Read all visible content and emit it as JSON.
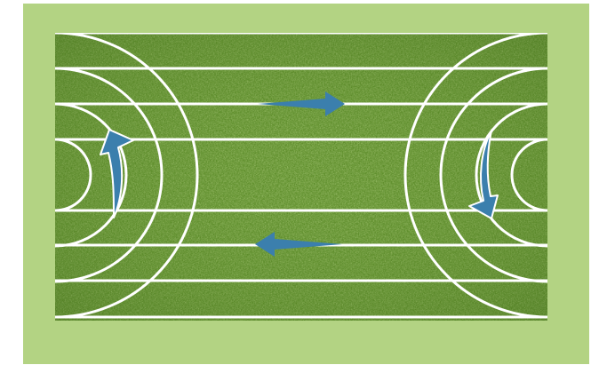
{
  "colors": {
    "background": "#ffffff",
    "frame": "#b3d383",
    "grass_base": "#5d8d2a",
    "grass_dark": "#3f6d1c",
    "grass_light": "#86b443",
    "line": "#ffffff",
    "arrow_fill": "#3b7fad",
    "arrow_stroke": "#ffffff"
  },
  "diagram": {
    "surface": "grass",
    "lane_line_count": 8,
    "semicircle_ends": 2,
    "arcs_per_end": 4,
    "arrows": [
      {
        "name": "arrow-top-straight",
        "direction": "right",
        "style": "straight"
      },
      {
        "name": "arrow-bottom-straight",
        "direction": "left",
        "style": "straight"
      },
      {
        "name": "arrow-left-curve",
        "direction": "up",
        "style": "curved"
      },
      {
        "name": "arrow-right-curve",
        "direction": "down",
        "style": "curved"
      }
    ]
  }
}
